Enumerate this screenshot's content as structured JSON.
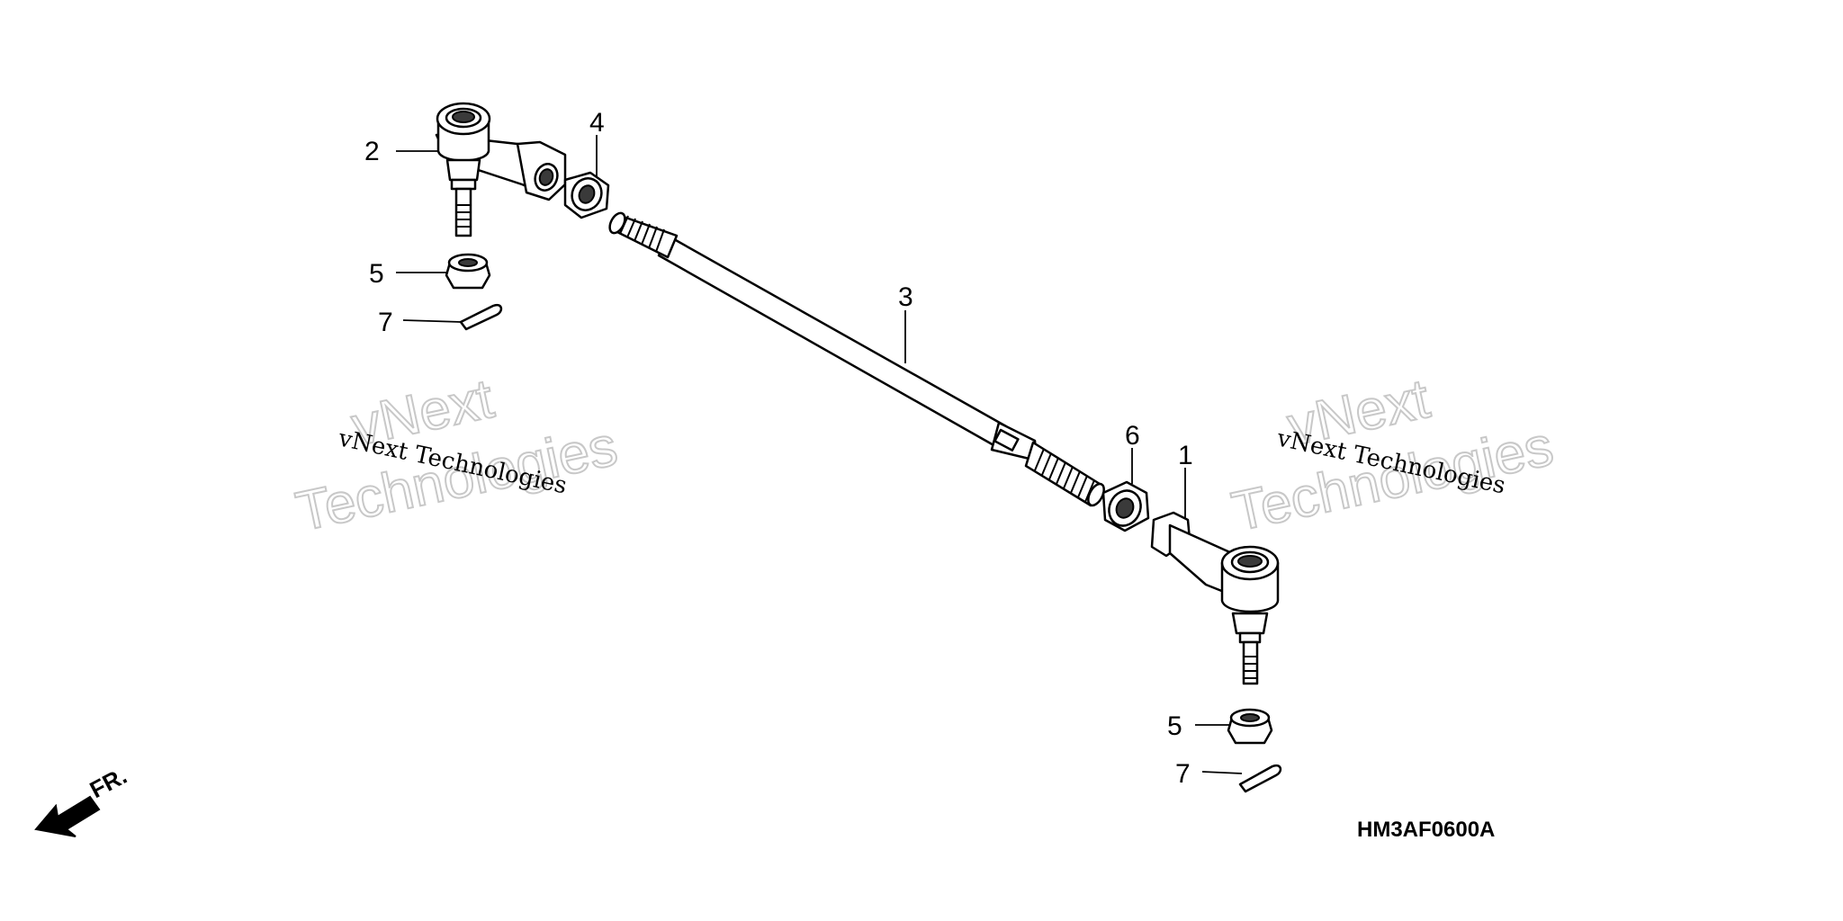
{
  "diagram": {
    "callouts": {
      "c1": "1",
      "c2": "2",
      "c3": "3",
      "c4": "4",
      "c5a": "5",
      "c5b": "5",
      "c6": "6",
      "c7a": "7",
      "c7b": "7"
    },
    "front_label": "FR.",
    "diagram_code": "HM3AF0600A"
  },
  "watermarks": [
    {
      "line1": "vNext",
      "line2": "Technologies",
      "caption": "vNext Technologies"
    },
    {
      "line1": "vNext",
      "line2": "Technologies",
      "caption": "vNext Technologies"
    }
  ]
}
